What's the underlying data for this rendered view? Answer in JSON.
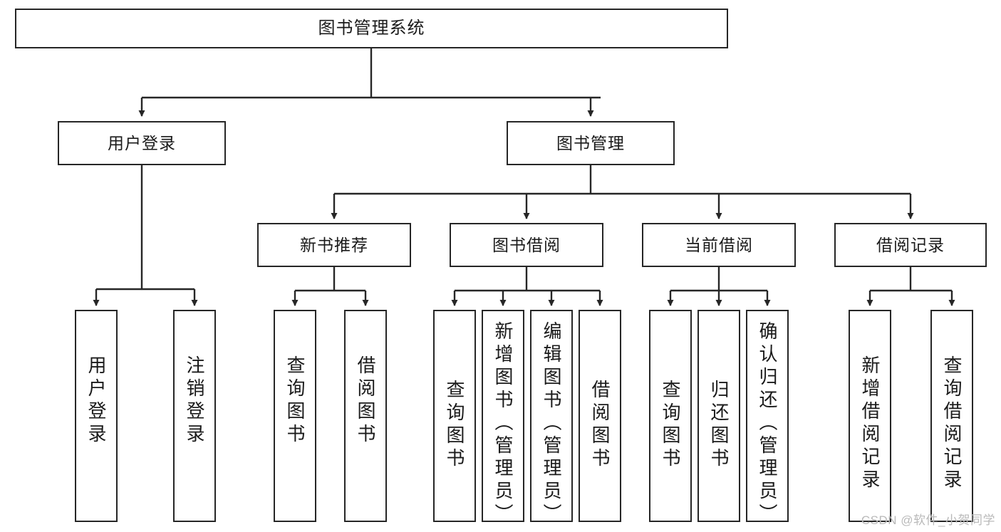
{
  "diagram": {
    "title": "图书管理系统",
    "watermark": "CSDN @软件_小贺同学",
    "colors": {
      "stroke": "#262626",
      "fill": "#ffffff",
      "text": "#1a1a1a",
      "watermark": "#b9b9b9"
    },
    "levels": {
      "root": {
        "label": "图书管理系统"
      },
      "level2": [
        {
          "label": "用户登录"
        },
        {
          "label": "图书管理"
        }
      ],
      "level3": [
        {
          "label": "新书推荐"
        },
        {
          "label": "图书借阅"
        },
        {
          "label": "当前借阅"
        },
        {
          "label": "借阅记录"
        }
      ],
      "leaves": {
        "user_login": [
          {
            "label": "用户登录"
          },
          {
            "label": "注销登录"
          }
        ],
        "new_book_recommend": [
          {
            "label": "查询图书"
          },
          {
            "label": "借阅图书"
          }
        ],
        "book_borrow": [
          {
            "label": "查询图书"
          },
          {
            "label": "新增图书（管理员）"
          },
          {
            "label": "编辑图书（管理员）"
          },
          {
            "label": "借阅图书"
          }
        ],
        "current_borrow": [
          {
            "label": "查询图书"
          },
          {
            "label": "归还图书"
          },
          {
            "label": "确认归还（管理员）"
          }
        ],
        "borrow_record": [
          {
            "label": "新增借阅记录"
          },
          {
            "label": "查询借阅记录"
          }
        ]
      }
    }
  }
}
